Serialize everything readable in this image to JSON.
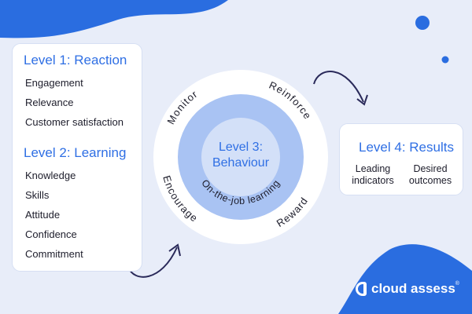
{
  "level1": {
    "title": "Level 1: Reaction",
    "items": [
      "Engagement",
      "Relevance",
      "Customer satisfaction"
    ]
  },
  "level2": {
    "title": "Level 2: Learning",
    "items": [
      "Knowledge",
      "Skills",
      "Attitude",
      "Confidence",
      "Commitment"
    ]
  },
  "level3": {
    "title_line1": "Level 3:",
    "title_line2": "Behaviour",
    "inner_ring": "On-the-job learning",
    "outer": [
      "Monitor",
      "Reinforce",
      "Encourage",
      "Reward"
    ]
  },
  "level4": {
    "title": "Level 4: Results",
    "items": [
      {
        "line1": "Leading",
        "line2": "indicators"
      },
      {
        "line1": "Desired",
        "line2": "outcomes"
      }
    ]
  },
  "brand": {
    "name": "cloud assess",
    "mark": "®"
  },
  "colors": {
    "accent": "#2f6fe4",
    "ring": "#a9c3f3",
    "core": "#d3e0f8",
    "navy": "#2a2a5a"
  }
}
